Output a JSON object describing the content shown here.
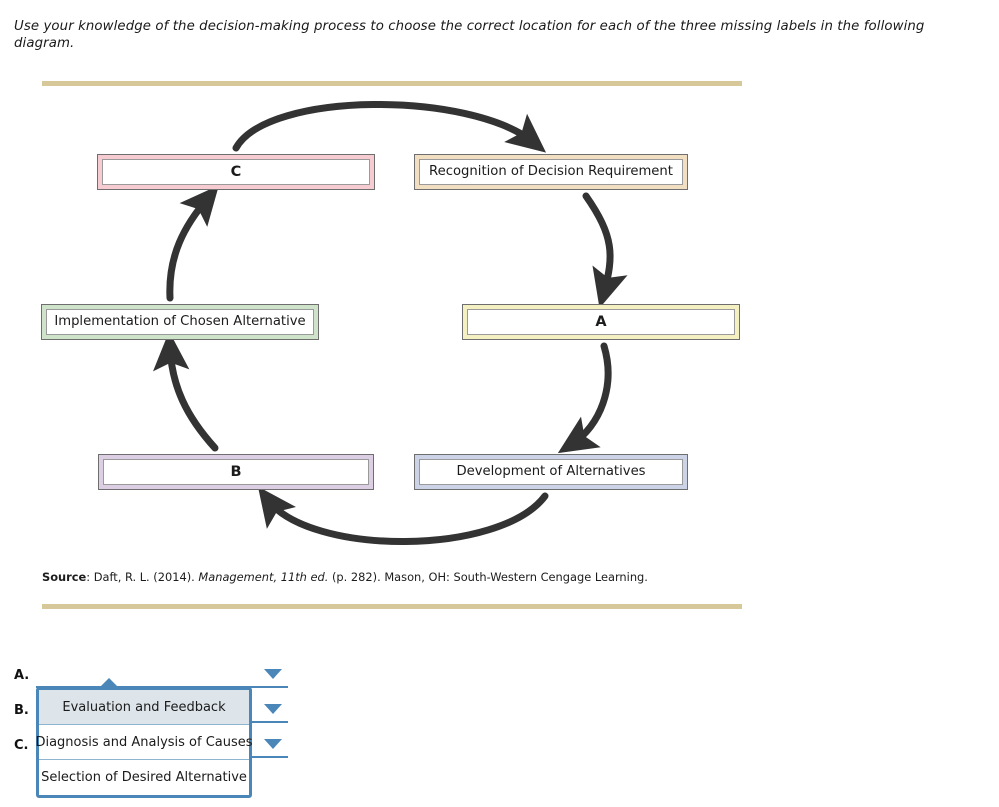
{
  "prompt": "Use your knowledge of the decision-making process to choose the correct location for each of the three missing labels in the following diagram.",
  "diagram": {
    "nodes": [
      {
        "id": "recognition",
        "label": "Recognition of Decision Requirement",
        "color": "#f2dfc2",
        "blank": false
      },
      {
        "id": "a",
        "label": "A",
        "color": "#f4f0c2",
        "blank": true
      },
      {
        "id": "development",
        "label": "Development of Alternatives",
        "color": "#ccd3e6",
        "blank": false
      },
      {
        "id": "b",
        "label": "B",
        "color": "#ddcfe3",
        "blank": true
      },
      {
        "id": "implementation",
        "label": "Implementation of Chosen Alternative",
        "color": "#cfe3cb",
        "blank": false
      },
      {
        "id": "c",
        "label": "C",
        "color": "#f6ccd2",
        "blank": true
      }
    ],
    "flow": [
      "recognition -> a",
      "a -> development",
      "development -> b",
      "b -> implementation",
      "implementation -> c",
      "c -> recognition"
    ],
    "arrow_color": "#333333"
  },
  "source": {
    "label": "Source",
    "text_before": ": Daft, R. L. (2014). ",
    "italic": "Management, 11th ed.",
    "text_after": "  (p. 282). Mason, OH: South-Western Cengage Learning."
  },
  "answers": {
    "rows": [
      {
        "label": "A.",
        "value": ""
      },
      {
        "label": "B.",
        "value": ""
      },
      {
        "label": "C.",
        "value": ""
      }
    ],
    "open_row": "A.",
    "options": [
      {
        "label": "Evaluation and Feedback",
        "selected": true
      },
      {
        "label": "Diagnosis and Analysis of Causes",
        "selected": false
      },
      {
        "label": "Selection of Desired Alternative",
        "selected": false
      }
    ]
  },
  "theme": {
    "rule_color": "#d7c89a",
    "accent_blue": "#4a86b8",
    "highlight": "#dde5ea"
  }
}
